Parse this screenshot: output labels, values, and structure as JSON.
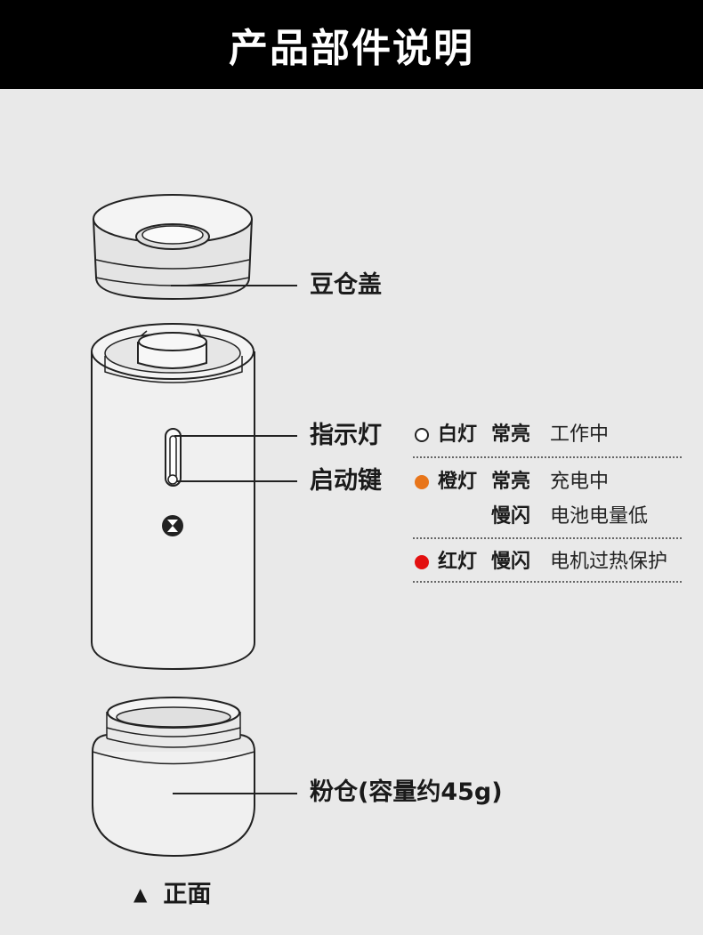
{
  "header": {
    "title": "产品部件说明"
  },
  "parts": {
    "lid": "豆仓盖",
    "indicator": "指示灯",
    "start_key": "启动键",
    "powder_bin": "粉仓(容量约45g)"
  },
  "legend": [
    {
      "color": "white",
      "lamp": "白灯",
      "mode": "常亮",
      "desc": "工作中"
    },
    {
      "color": "orange",
      "lamp": "橙灯",
      "mode": "常亮",
      "desc": "充电中"
    },
    {
      "color": "orange",
      "lamp": "",
      "mode": "慢闪",
      "desc": "电池电量低"
    },
    {
      "color": "red",
      "lamp": "红灯",
      "mode": "慢闪",
      "desc": "电机过热保护"
    }
  ],
  "footer": {
    "symbol": "▲",
    "label": "正面"
  },
  "colors": {
    "orange": "#e8751a",
    "red": "#e31010",
    "header_bg": "#000000",
    "page_bg": "#e9e9e9"
  },
  "icons": [
    "hourglass-icon",
    "triangle-up-icon"
  ]
}
